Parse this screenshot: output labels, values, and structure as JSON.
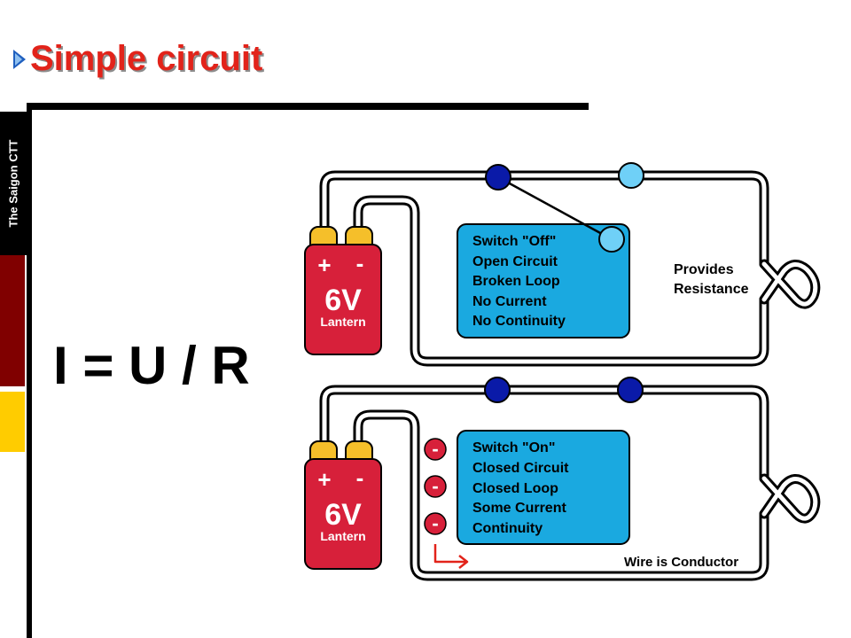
{
  "title": "Simple circuit",
  "sidebar_text": "The Saigon CTT",
  "formula": "I = U / R",
  "top_circuit": {
    "battery": {
      "plus": "+",
      "minus": "-",
      "voltage": "6V",
      "type": "Lantern"
    },
    "box_lines": [
      "Switch \"Off\"",
      "Open Circuit",
      "Broken Loop",
      "No Current",
      "No Continuity"
    ],
    "load_label": [
      "Provides",
      "Resistance"
    ]
  },
  "bottom_circuit": {
    "battery": {
      "plus": "+",
      "minus": "-",
      "voltage": "6V",
      "type": "Lantern"
    },
    "electron_symbols": [
      "-",
      "-",
      "-"
    ],
    "box_lines": [
      "Switch \"On\"",
      "Closed Circuit",
      "Closed Loop",
      "Some Current",
      "Continuity"
    ],
    "wire_label": "Wire is Conductor"
  },
  "colors": {
    "title": "#e2231a",
    "battery": "#d7203a",
    "terminal": "#f5bf2a",
    "box": "#1aa9e0",
    "switch_dark": "#0a1aa8",
    "switch_light": "#6fd0f7",
    "side_red": "#800000",
    "side_yellow": "#ffcc00"
  }
}
